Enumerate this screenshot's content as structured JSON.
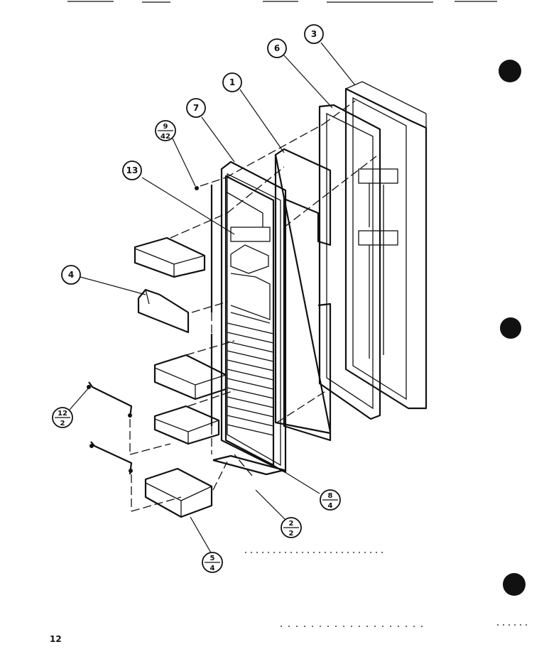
{
  "page_number": "12",
  "callouts": {
    "c1": "1",
    "c3": "3",
    "c4": "4",
    "c6": "6",
    "c7": "7",
    "c13": "13"
  },
  "fraction_callouts": {
    "f9_42": {
      "num": "9",
      "den": "42"
    },
    "f12_2": {
      "num": "12",
      "den": "2"
    },
    "f2_2": {
      "num": "2",
      "den": "2"
    },
    "f8_4": {
      "num": "8",
      "den": "4"
    },
    "f5_4": {
      "num": "5",
      "den": "4"
    }
  }
}
